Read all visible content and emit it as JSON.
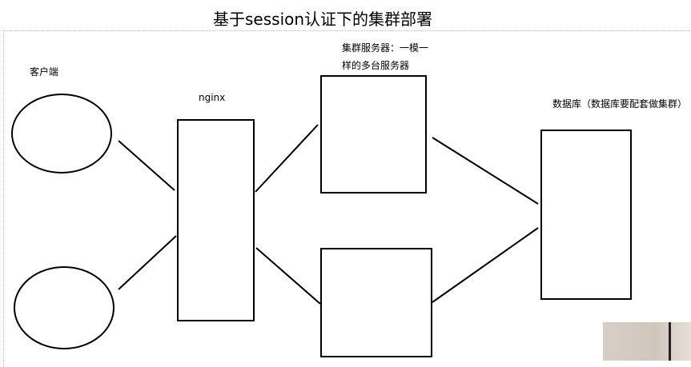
{
  "title": "基于session认证下的集群部署",
  "labels": {
    "client": "客户端",
    "nginx": "nginx",
    "cluster_line1": "集群服务器：一模一",
    "cluster_line2": "样的多台服务器",
    "database": "数据库（数据库要配套做集群）"
  },
  "colors": {
    "stroke": "#000000",
    "background": "#ffffff"
  }
}
